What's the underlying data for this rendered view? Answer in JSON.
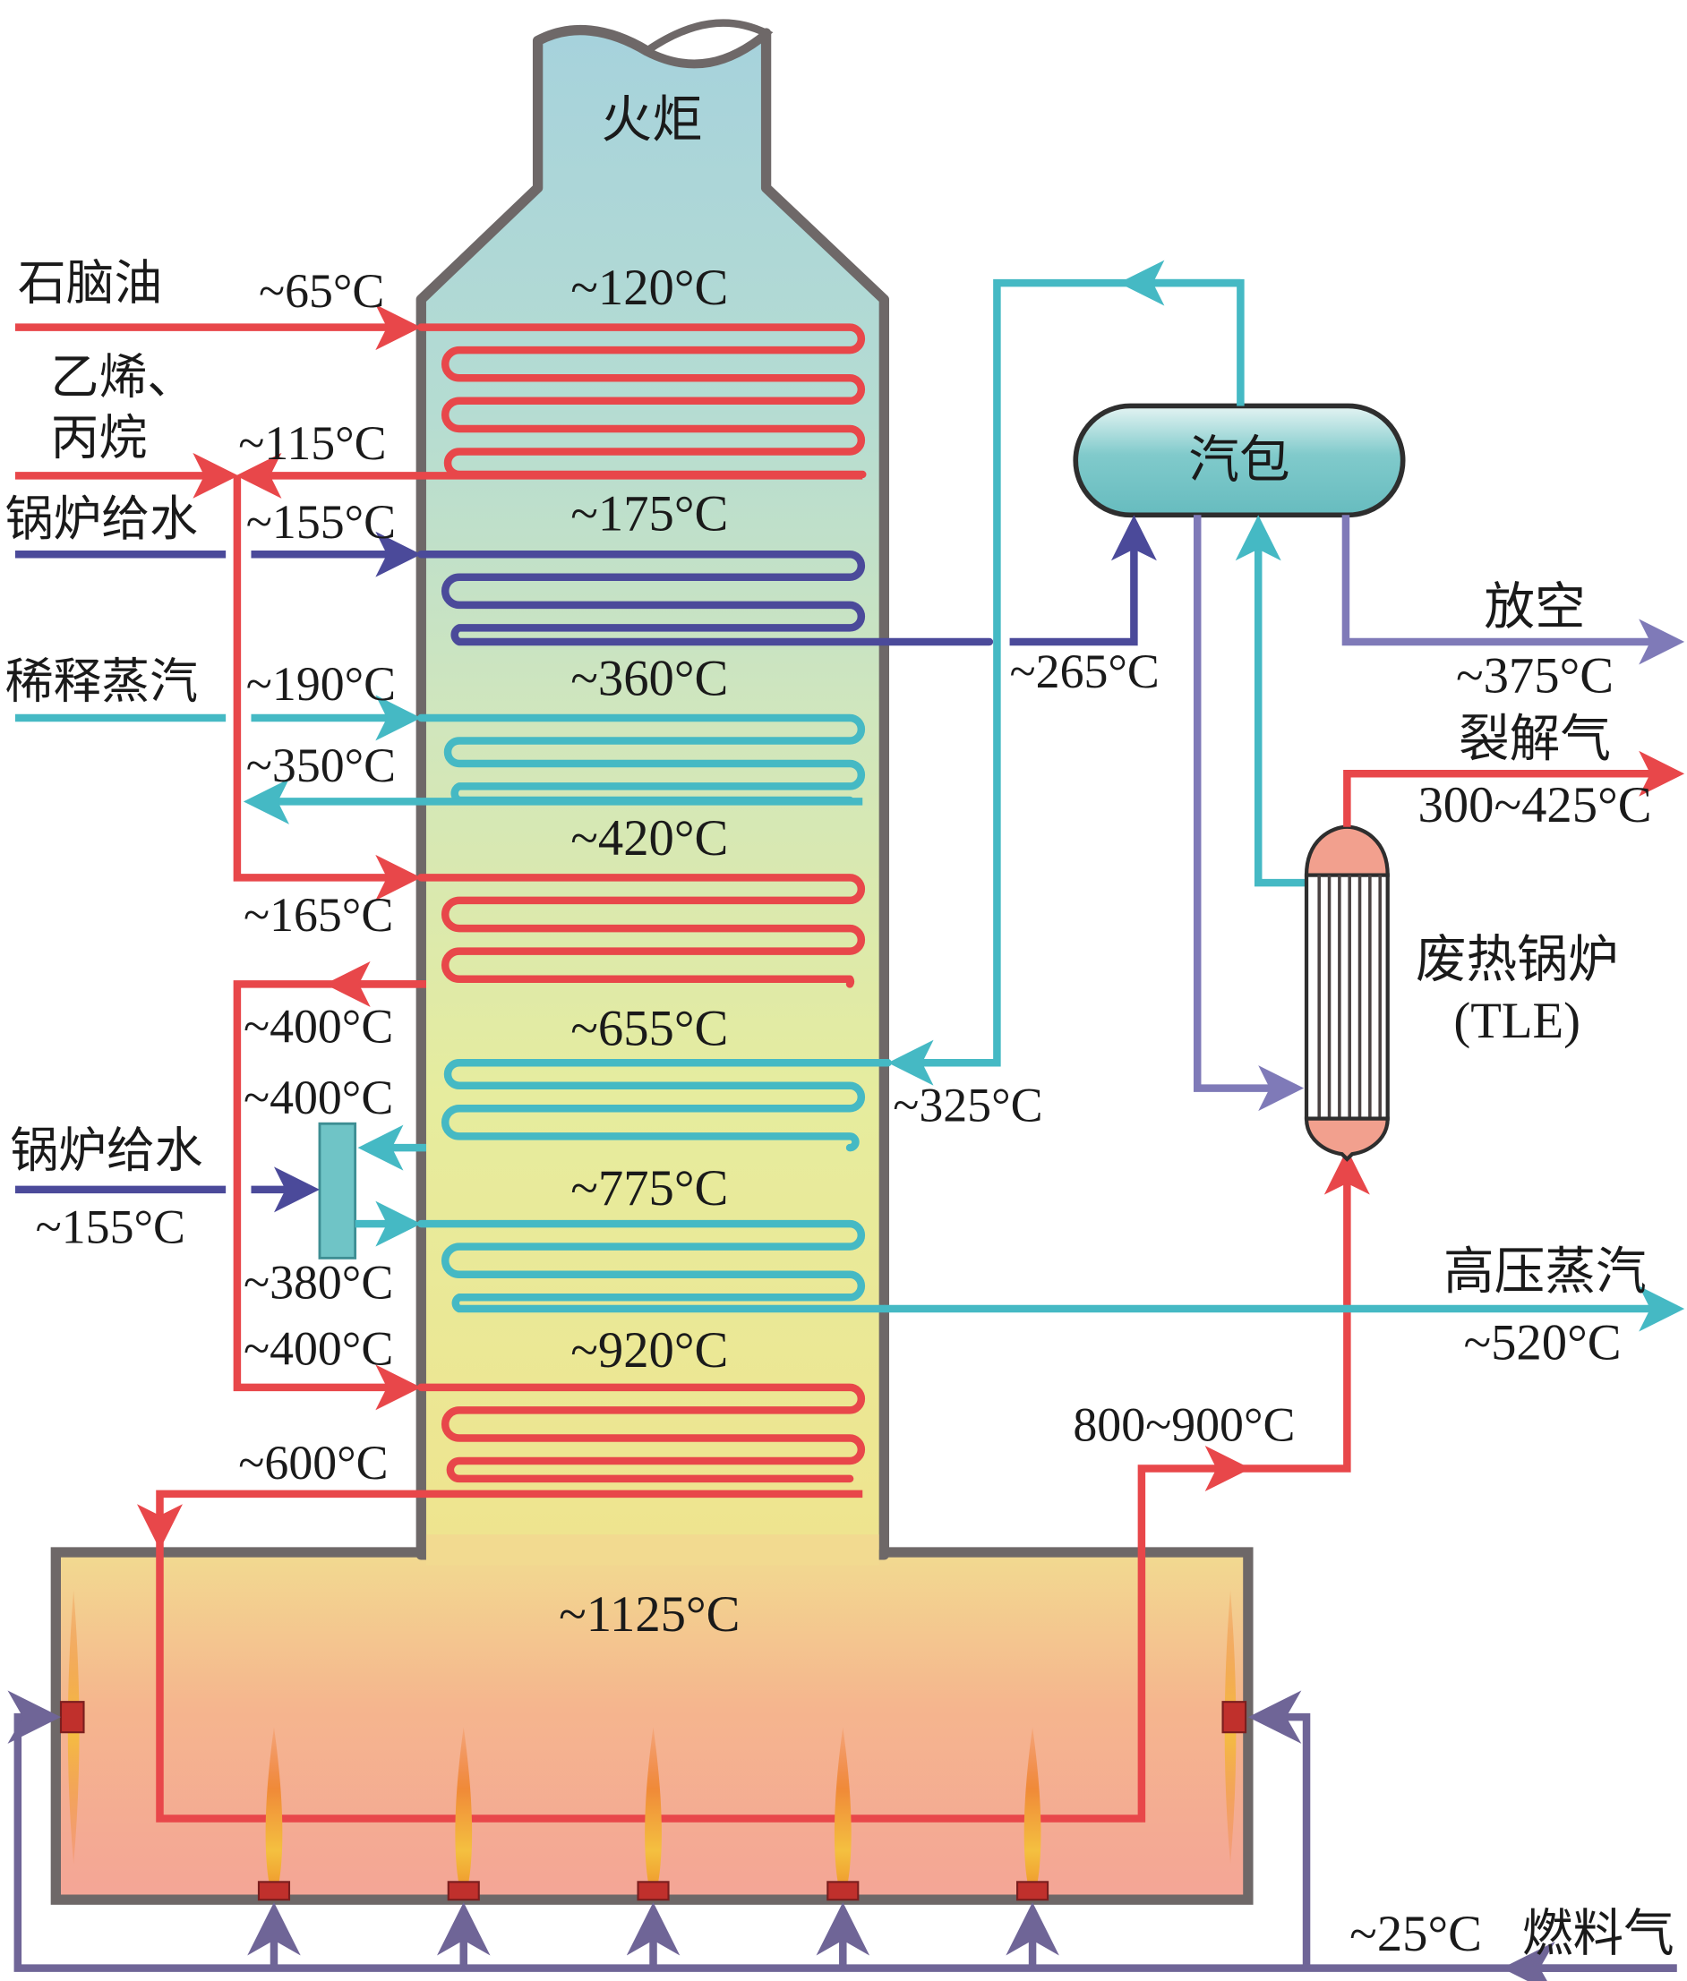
{
  "title": "管式裂解炉及废热锅炉流程示意",
  "colors": {
    "hydrocarbon": "#e8474a",
    "boiler_water": "#4b4a9a",
    "steam": "#45b9c4",
    "fuel_gas": "#6f6597",
    "vent": "#7f7ab8",
    "wall": "#6e6868",
    "drum_fill": "#6fc4c6",
    "tle_head": "#f2a08e"
  },
  "equipment": {
    "stack": "火炬",
    "steam_drum": "汽包",
    "tle_line1": "废热锅炉",
    "tle_line2": "(TLE)"
  },
  "zone_temps": {
    "t120": "~120°C",
    "t175": "~175°C",
    "t360": "~360°C",
    "t420": "~420°C",
    "t655": "~655°C",
    "t775": "~775°C",
    "t920": "~920°C",
    "t1125": "~1125°C"
  },
  "inlets": {
    "naphtha": {
      "name": "石脑油",
      "temp": "~65°C"
    },
    "ethylene_line1": "乙烯、",
    "ethylene_line2": "丙烷",
    "ethylene_temp": "~115°C",
    "bfw1": {
      "name": "锅炉给水",
      "temp": "~155°C"
    },
    "dilution_steam": {
      "name": "稀释蒸汽",
      "temp": "~190°C"
    },
    "bfw2": {
      "name": "锅炉给水",
      "temp": "~155°C"
    },
    "fuel_gas": {
      "name": "燃料气",
      "temp": "~25°C"
    }
  },
  "stream_temps": {
    "steam_out_350": "~350°C",
    "mix_165": "~165°C",
    "r400a": "~400°C",
    "r400b": "~400°C",
    "r380": "~380°C",
    "r400c": "~400°C",
    "r600": "~600°C",
    "bfw_265": "~265°C",
    "steam_325": "~325°C",
    "cracked_800": "800~900°C"
  },
  "outlets": {
    "vent": {
      "name": "放空",
      "temp": "~375°C"
    },
    "cracked_gas": {
      "name": "裂解气",
      "temp": "300~425°C"
    },
    "hp_steam": {
      "name": "高压蒸汽",
      "temp": "~520°C"
    }
  },
  "burners": {
    "floor_count": 5,
    "wall_count": 2
  }
}
